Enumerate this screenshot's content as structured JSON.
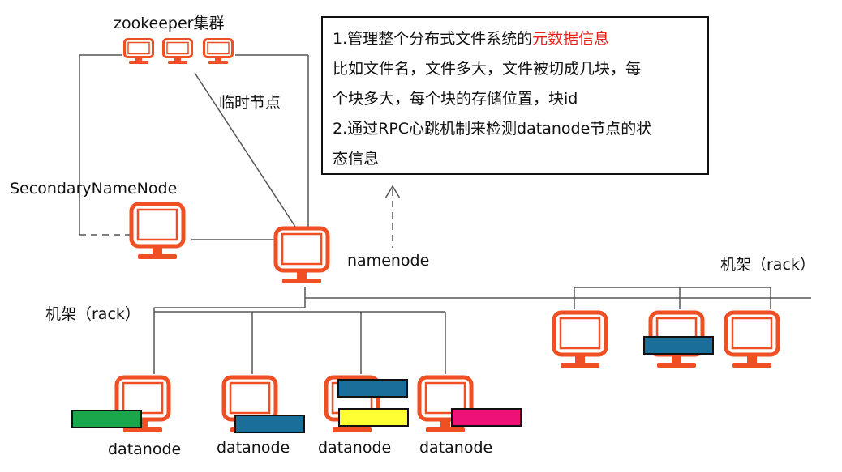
{
  "labels": {
    "zookeeper": "zookeeper集群",
    "temp_node": "临时节点",
    "secondary": "SecondaryNameNode",
    "namenode": "namenode",
    "rack_left": "机架（rack）",
    "rack_right": "机架（rack）",
    "datanodes": [
      "datanode",
      "datanode",
      "datanode",
      "datanode"
    ]
  },
  "info": {
    "line1_prefix": "1.管理整个分布式文件系统的",
    "line1_highlight": "元数据信息",
    "line2": "比如文件名，文件多大，文件被切成几块，每",
    "line3": "个块多大，每个块的存储位置，块id",
    "line4": "2.通过RPC心跳机制来检测datanode节点的状",
    "line5": "态信息"
  },
  "colors": {
    "computer": "#f04e23",
    "line": "#555555",
    "block_green": "#1aa64a",
    "block_blue": "#1a6e9a",
    "block_yellow": "#ffff33",
    "block_pink": "#ee1177",
    "highlight": "#e8231b"
  },
  "icons": {
    "computer": "monitor-icon",
    "arrow": "dashed-arrow-icon"
  }
}
